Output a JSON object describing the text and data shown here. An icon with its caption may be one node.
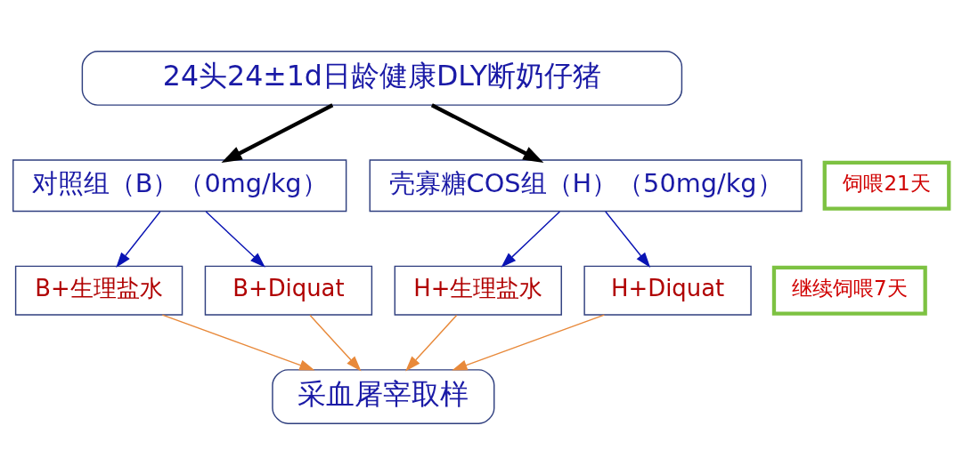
{
  "diagram": {
    "nodes": [
      {
        "text": [
          "24头24±1d日龄健康DLY断奶仔猪"
        ]
      },
      {
        "text": [
          "对照组（B）（0mg/kg）"
        ]
      },
      {
        "text": [
          "壳寡糖COS组（H）（50mg/kg）"
        ]
      },
      {
        "text": [
          "B+生理盐水"
        ]
      },
      {
        "text": [
          "B+Diquat"
        ]
      },
      {
        "text": [
          "H+生理盐水"
        ]
      },
      {
        "text": [
          "H+Diquat"
        ]
      },
      {
        "text": [
          "饲喂21天"
        ]
      },
      {
        "text": [
          "继续饲喂7天"
        ]
      },
      {
        "text": [
          "采血屠宰取样"
        ]
      }
    ],
    "edges": [
      {
        "from": 0,
        "to": 1,
        "arrow": "to",
        "style": "thick",
        "color": "#000000"
      },
      {
        "from": 0,
        "to": 2,
        "arrow": "to",
        "style": "thick",
        "color": "#000000"
      },
      {
        "from": 1,
        "to": 3,
        "arrow": "to",
        "color": "#0a14b4"
      },
      {
        "from": 1,
        "to": 4,
        "arrow": "to",
        "color": "#0a14b4"
      },
      {
        "from": 2,
        "to": 5,
        "arrow": "to",
        "color": "#0a14b4"
      },
      {
        "from": 2,
        "to": 6,
        "arrow": "to",
        "color": "#0a14b4"
      },
      {
        "from": 3,
        "to": 9,
        "arrow": "to",
        "color": "#e8893a"
      },
      {
        "from": 4,
        "to": 9,
        "arrow": "to",
        "color": "#e8893a"
      },
      {
        "from": 5,
        "to": 9,
        "arrow": "to",
        "color": "#e8893a"
      },
      {
        "from": 6,
        "to": 9,
        "arrow": "to",
        "color": "#e8893a"
      }
    ]
  }
}
